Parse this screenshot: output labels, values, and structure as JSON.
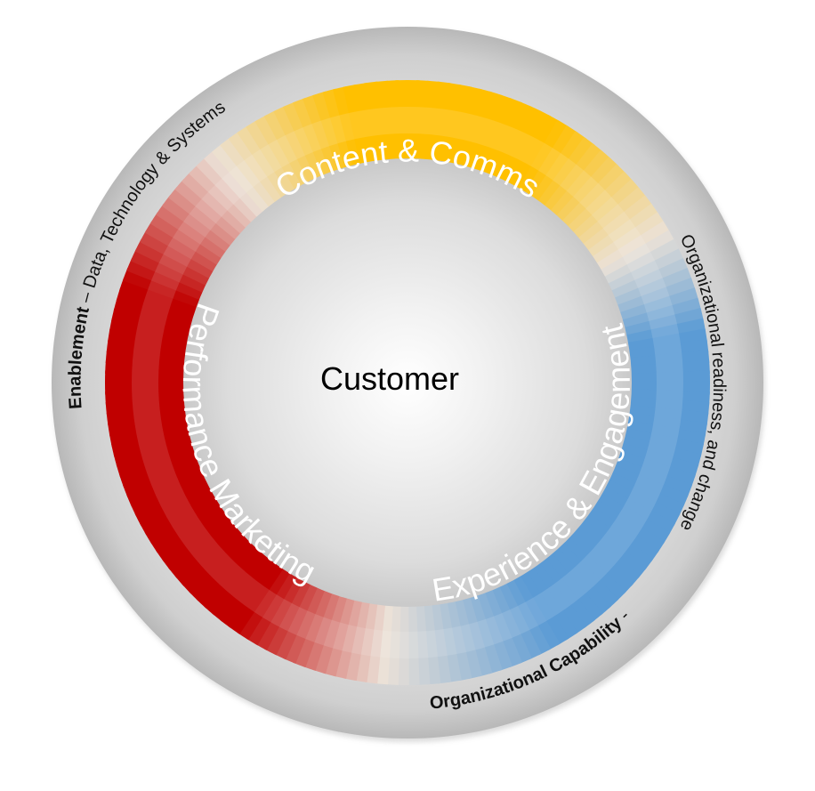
{
  "center": {
    "label": "Customer"
  },
  "ring_segments": [
    {
      "id": "content",
      "label": "Content & Comms",
      "color": "#FFC000"
    },
    {
      "id": "experience",
      "label": "Experience & Engagement",
      "color": "#5B9BD5"
    },
    {
      "id": "performance",
      "label": "Performance Marketing",
      "color": "#C00000"
    }
  ],
  "outer_labels": {
    "enablement": {
      "bold": "Enablement",
      "rest": " – Data, Technology & Systems"
    },
    "org_top": {
      "text": "Organizational readiness,  and change"
    },
    "org_bottom": {
      "bold": "Organizational Capability",
      "rest": " - "
    }
  }
}
